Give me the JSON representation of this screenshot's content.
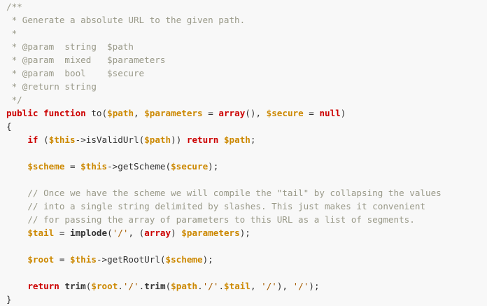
{
  "colors": {
    "background": "#f8f8f8",
    "comment": "#999988",
    "keyword": "#cc0000",
    "variable": "#cc8800",
    "string": "#a65c00",
    "text": "#333333"
  },
  "lines": [
    [
      {
        "t": "cm",
        "v": "/**"
      }
    ],
    [
      {
        "t": "cm",
        "v": " * Generate a absolute URL to the given path."
      }
    ],
    [
      {
        "t": "cm",
        "v": " *"
      }
    ],
    [
      {
        "t": "cm",
        "v": " * @param  string  $path"
      }
    ],
    [
      {
        "t": "cm",
        "v": " * @param  mixed   $parameters"
      }
    ],
    [
      {
        "t": "cm",
        "v": " * @param  bool    $secure"
      }
    ],
    [
      {
        "t": "cm",
        "v": " * @return string"
      }
    ],
    [
      {
        "t": "cm",
        "v": " */"
      }
    ],
    [
      {
        "t": "kw",
        "v": "public"
      },
      {
        "t": "pl",
        "v": " "
      },
      {
        "t": "kw",
        "v": "function"
      },
      {
        "t": "pl",
        "v": " to("
      },
      {
        "t": "vr",
        "v": "$path"
      },
      {
        "t": "pl",
        "v": ", "
      },
      {
        "t": "vr",
        "v": "$parameters"
      },
      {
        "t": "pl",
        "v": " = "
      },
      {
        "t": "kw",
        "v": "array"
      },
      {
        "t": "pl",
        "v": "(), "
      },
      {
        "t": "vr",
        "v": "$secure"
      },
      {
        "t": "pl",
        "v": " = "
      },
      {
        "t": "kw",
        "v": "null"
      },
      {
        "t": "pl",
        "v": ")"
      }
    ],
    [
      {
        "t": "pl",
        "v": "{"
      }
    ],
    [
      {
        "t": "pl",
        "v": "    "
      },
      {
        "t": "kw",
        "v": "if"
      },
      {
        "t": "pl",
        "v": " ("
      },
      {
        "t": "vr",
        "v": "$this"
      },
      {
        "t": "pl",
        "v": "->isValidUrl("
      },
      {
        "t": "vr",
        "v": "$path"
      },
      {
        "t": "pl",
        "v": ")) "
      },
      {
        "t": "kw",
        "v": "return"
      },
      {
        "t": "pl",
        "v": " "
      },
      {
        "t": "vr",
        "v": "$path"
      },
      {
        "t": "pl",
        "v": ";"
      }
    ],
    [
      {
        "t": "pl",
        "v": ""
      }
    ],
    [
      {
        "t": "pl",
        "v": "    "
      },
      {
        "t": "vr",
        "v": "$scheme"
      },
      {
        "t": "pl",
        "v": " = "
      },
      {
        "t": "vr",
        "v": "$this"
      },
      {
        "t": "pl",
        "v": "->getScheme("
      },
      {
        "t": "vr",
        "v": "$secure"
      },
      {
        "t": "pl",
        "v": ");"
      }
    ],
    [
      {
        "t": "pl",
        "v": ""
      }
    ],
    [
      {
        "t": "pl",
        "v": "    "
      },
      {
        "t": "cm",
        "v": "// Once we have the scheme we will compile the \"tail\" by collapsing the values"
      }
    ],
    [
      {
        "t": "pl",
        "v": "    "
      },
      {
        "t": "cm",
        "v": "// into a single string delimited by slashes. This just makes it convenient"
      }
    ],
    [
      {
        "t": "pl",
        "v": "    "
      },
      {
        "t": "cm",
        "v": "// for passing the array of parameters to this URL as a list of segments."
      }
    ],
    [
      {
        "t": "pl",
        "v": "    "
      },
      {
        "t": "vr",
        "v": "$tail"
      },
      {
        "t": "pl",
        "v": " = "
      },
      {
        "t": "bi",
        "v": "implode"
      },
      {
        "t": "pl",
        "v": "("
      },
      {
        "t": "st",
        "v": "'/'"
      },
      {
        "t": "pl",
        "v": ", ("
      },
      {
        "t": "kw",
        "v": "array"
      },
      {
        "t": "pl",
        "v": ") "
      },
      {
        "t": "vr",
        "v": "$parameters"
      },
      {
        "t": "pl",
        "v": ");"
      }
    ],
    [
      {
        "t": "pl",
        "v": ""
      }
    ],
    [
      {
        "t": "pl",
        "v": "    "
      },
      {
        "t": "vr",
        "v": "$root"
      },
      {
        "t": "pl",
        "v": " = "
      },
      {
        "t": "vr",
        "v": "$this"
      },
      {
        "t": "pl",
        "v": "->getRootUrl("
      },
      {
        "t": "vr",
        "v": "$scheme"
      },
      {
        "t": "pl",
        "v": ");"
      }
    ],
    [
      {
        "t": "pl",
        "v": ""
      }
    ],
    [
      {
        "t": "pl",
        "v": "    "
      },
      {
        "t": "kw",
        "v": "return"
      },
      {
        "t": "pl",
        "v": " "
      },
      {
        "t": "bi",
        "v": "trim"
      },
      {
        "t": "pl",
        "v": "("
      },
      {
        "t": "vr",
        "v": "$root"
      },
      {
        "t": "pl",
        "v": "."
      },
      {
        "t": "st",
        "v": "'/'"
      },
      {
        "t": "pl",
        "v": "."
      },
      {
        "t": "bi",
        "v": "trim"
      },
      {
        "t": "pl",
        "v": "("
      },
      {
        "t": "vr",
        "v": "$path"
      },
      {
        "t": "pl",
        "v": "."
      },
      {
        "t": "st",
        "v": "'/'"
      },
      {
        "t": "pl",
        "v": "."
      },
      {
        "t": "vr",
        "v": "$tail"
      },
      {
        "t": "pl",
        "v": ", "
      },
      {
        "t": "st",
        "v": "'/'"
      },
      {
        "t": "pl",
        "v": "), "
      },
      {
        "t": "st",
        "v": "'/'"
      },
      {
        "t": "pl",
        "v": ");"
      }
    ],
    [
      {
        "t": "pl",
        "v": "}"
      }
    ]
  ]
}
